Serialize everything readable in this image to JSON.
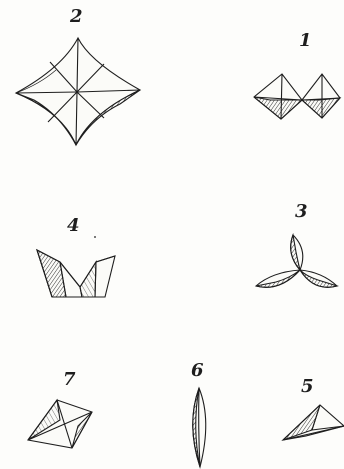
{
  "plate": {
    "figures": [
      {
        "id": "2",
        "number": "2",
        "shape": "four-pointed star crystal (top view)"
      },
      {
        "id": "1",
        "number": "1",
        "shape": "twin rhombic crystals joined at a point"
      },
      {
        "id": "4",
        "number": "4",
        "shape": "folded crown-like crystal"
      },
      {
        "id": "3",
        "number": "3",
        "shape": "three-lobed propeller crystal"
      },
      {
        "id": "7",
        "number": "7",
        "shape": "rhombic crystal with diagonals"
      },
      {
        "id": "6",
        "number": "6",
        "shape": "elongated spindle crystal"
      },
      {
        "id": "5",
        "number": "5",
        "shape": "flattened wedge crystal"
      }
    ]
  },
  "colors": {
    "ink": "#1e1e1e",
    "paper": "#fdfdfb"
  }
}
